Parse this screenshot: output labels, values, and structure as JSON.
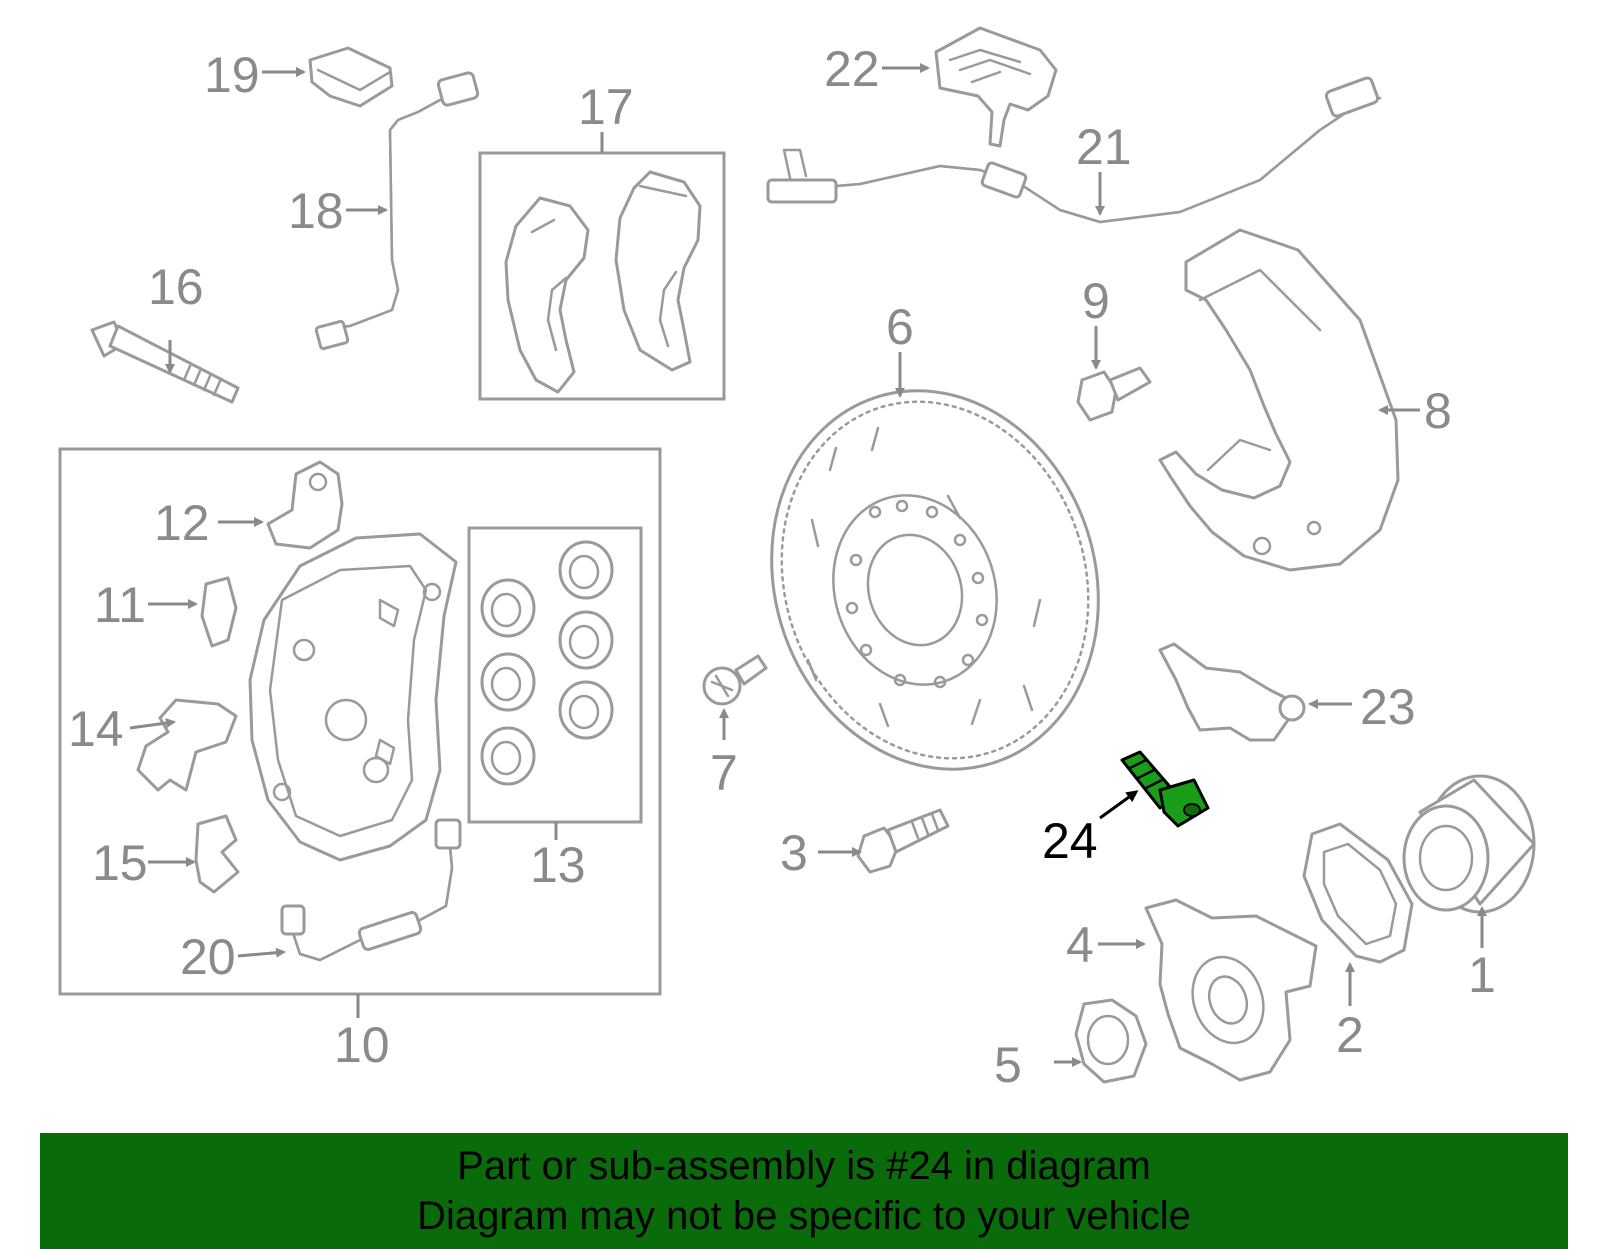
{
  "highlight_color": "#0a6b0a",
  "part_color": "#1a9e1a",
  "highlighted_part": "24",
  "labels": [
    "1",
    "2",
    "3",
    "4",
    "5",
    "6",
    "7",
    "8",
    "9",
    "10",
    "11",
    "12",
    "13",
    "14",
    "15",
    "16",
    "17",
    "18",
    "19",
    "20",
    "21",
    "22",
    "23",
    "24"
  ],
  "banner": {
    "line1": "Part or sub-assembly is #24 in diagram",
    "line2": "Diagram may not be specific to your vehicle"
  }
}
